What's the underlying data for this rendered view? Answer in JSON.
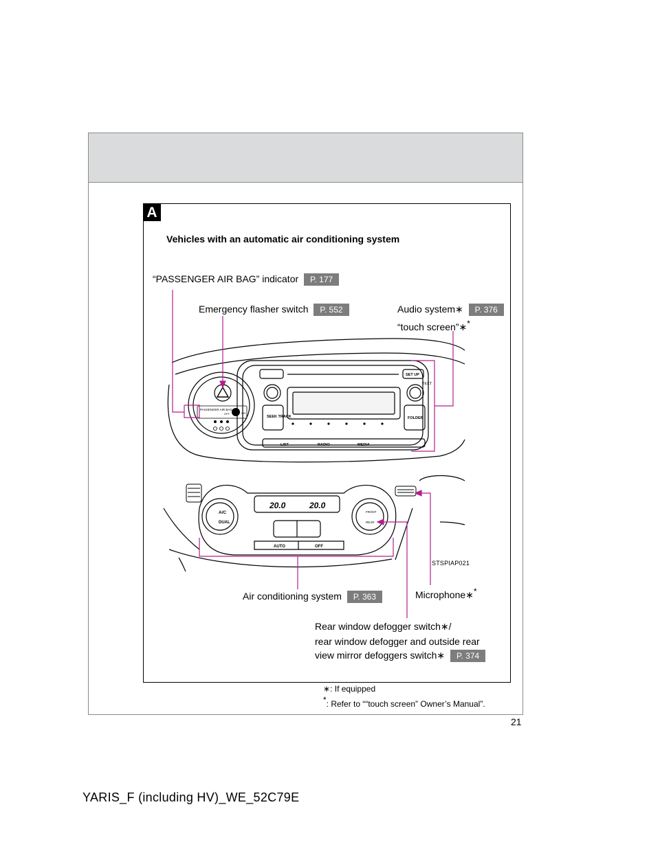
{
  "section_badge": "A",
  "subtitle": "Vehicles with an automatic air conditioning system",
  "callouts": {
    "passenger_airbag": {
      "label": "“PASSENGER AIR BAG” indicator",
      "page": "P. 177"
    },
    "emergency_flasher": {
      "label": "Emergency flasher switch",
      "page": "P. 552"
    },
    "audio_system": {
      "label": "Audio system",
      "page": "P. 376",
      "line2": "“touch screen”"
    },
    "air_conditioning": {
      "label": "Air conditioning system",
      "page": "P. 363"
    },
    "microphone": {
      "label": "Microphone"
    },
    "rear_defogger": {
      "line1": "Rear window defogger switch",
      "line1_suffix": "/",
      "line2": "rear window defogger and outside rear",
      "line3": "view mirror defoggers switch",
      "page": "P. 374"
    }
  },
  "marks": {
    "asterisk": "∗",
    "star": "*"
  },
  "illustration": {
    "code": "STSPIAP021",
    "panel_labels": {
      "passenger_airbag": "PASSENGER\nAIR BAG",
      "off": "OFF",
      "on": "ON",
      "seek_track": "SEEK\nTRACK",
      "folder": "FOLDER",
      "setup": "SET UP",
      "text": "TEXT",
      "list": "LIST",
      "radio": "RADIO",
      "media": "MEDIA",
      "ac": "A/C",
      "dual": "DUAL",
      "auto": "AUTO",
      "off_button": "OFF",
      "front": "FRONT",
      "rear": "REAR",
      "temp_left": "20.0",
      "temp_right": "20.0"
    }
  },
  "footnotes": {
    "equipped": ": If equipped",
    "refer": ": Refer to ““touch screen” Owner’s Manual”."
  },
  "page_number": "21",
  "model_code": "YARIS_F (including HV)_WE_52C79E"
}
